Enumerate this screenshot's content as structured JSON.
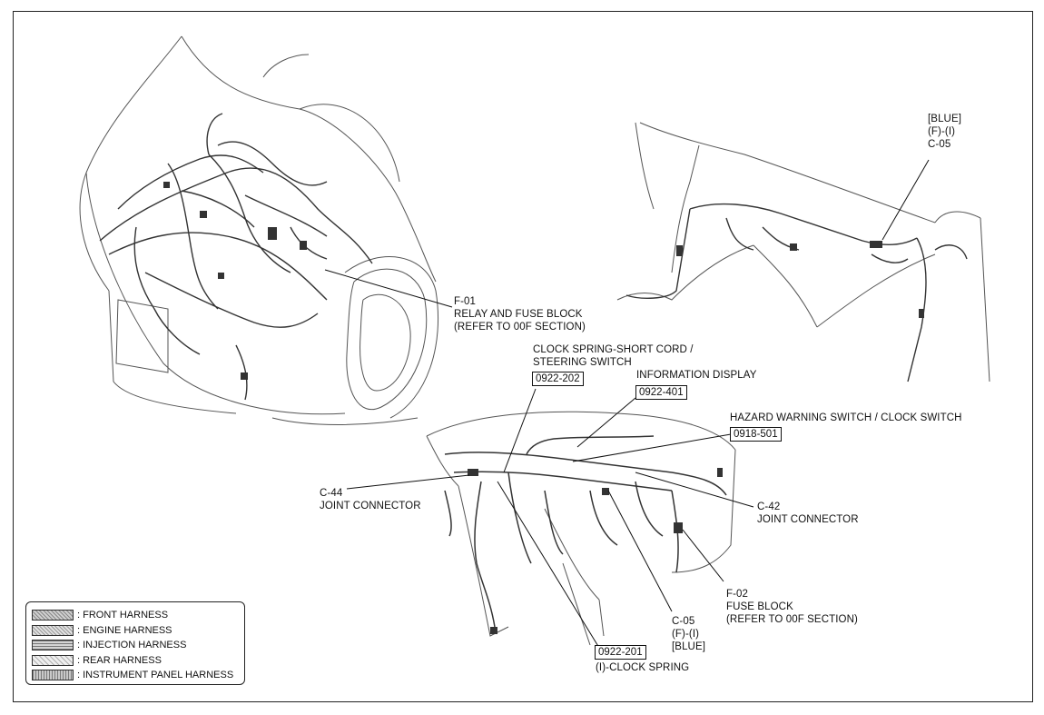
{
  "labels": {
    "c05_top": {
      "lines": [
        "[BLUE]",
        "(F)-(I)",
        "C-05"
      ]
    },
    "f01": {
      "lines": [
        "F-01",
        "RELAY AND FUSE BLOCK",
        "(REFER TO 00F SECTION)"
      ]
    },
    "clock_spring_short": {
      "lines": [
        "CLOCK SPRING-SHORT CORD /",
        "STEERING SWITCH"
      ],
      "code": "0922-202"
    },
    "info_display": {
      "lines": [
        "INFORMATION DISPLAY"
      ],
      "code": "0922-401"
    },
    "hazard": {
      "lines": [
        "HAZARD WARNING SWITCH / CLOCK SWITCH"
      ],
      "code": "0918-501"
    },
    "c44": {
      "lines": [
        "C-44",
        "JOINT CONNECTOR"
      ]
    },
    "c42": {
      "lines": [
        "C-42",
        "JOINT CONNECTOR"
      ]
    },
    "f02": {
      "lines": [
        "F-02",
        "FUSE BLOCK",
        "(REFER TO 00F SECTION)"
      ]
    },
    "c05_bottom": {
      "lines": [
        "C-05",
        "(F)-(I)",
        "[BLUE]"
      ]
    },
    "clock_spring": {
      "code": "0922-201",
      "lines": [
        "(I)-CLOCK SPRING"
      ]
    }
  },
  "legend": {
    "items": [
      {
        "label": ": FRONT HARNESS"
      },
      {
        "label": ": ENGINE HARNESS"
      },
      {
        "label": ": INJECTION HARNESS"
      },
      {
        "label": ": REAR HARNESS"
      },
      {
        "label": ": INSTRUMENT PANEL HARNESS"
      }
    ]
  }
}
